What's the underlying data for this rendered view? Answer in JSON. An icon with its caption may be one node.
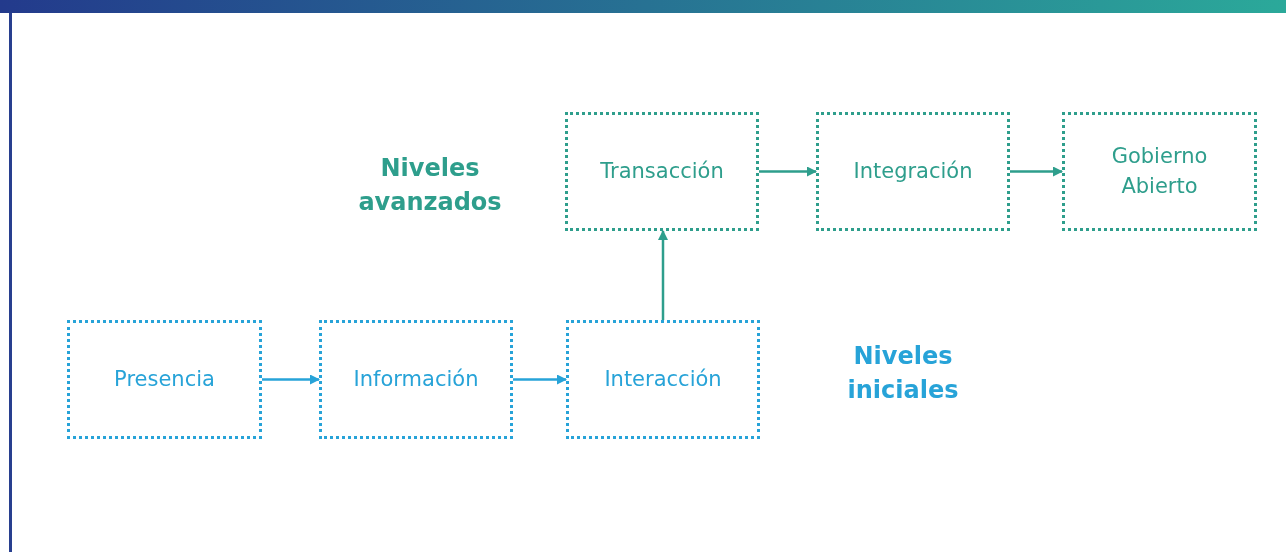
{
  "diagram": {
    "nodes": [
      {
        "text": [
          "Transacción"
        ]
      },
      {
        "text": [
          "Integración"
        ]
      },
      {
        "text": [
          "Gobierno Abierto"
        ]
      },
      {
        "text": [
          "Presencia"
        ]
      },
      {
        "text": [
          "Información"
        ]
      },
      {
        "text": [
          "Interacción"
        ]
      }
    ],
    "edges": [
      {
        "from": 3,
        "to": 4,
        "arrow": "to",
        "color": "#27a3d8"
      },
      {
        "from": 4,
        "to": 5,
        "arrow": "to",
        "color": "#27a3d8"
      },
      {
        "from": 5,
        "to": 0,
        "arrow": "to"
      },
      {
        "from": 0,
        "to": 1,
        "arrow": "to"
      },
      {
        "from": 1,
        "to": 2,
        "arrow": "to"
      }
    ],
    "labels": [
      "Niveles avanzados",
      "Niveles iniciales"
    ]
  }
}
